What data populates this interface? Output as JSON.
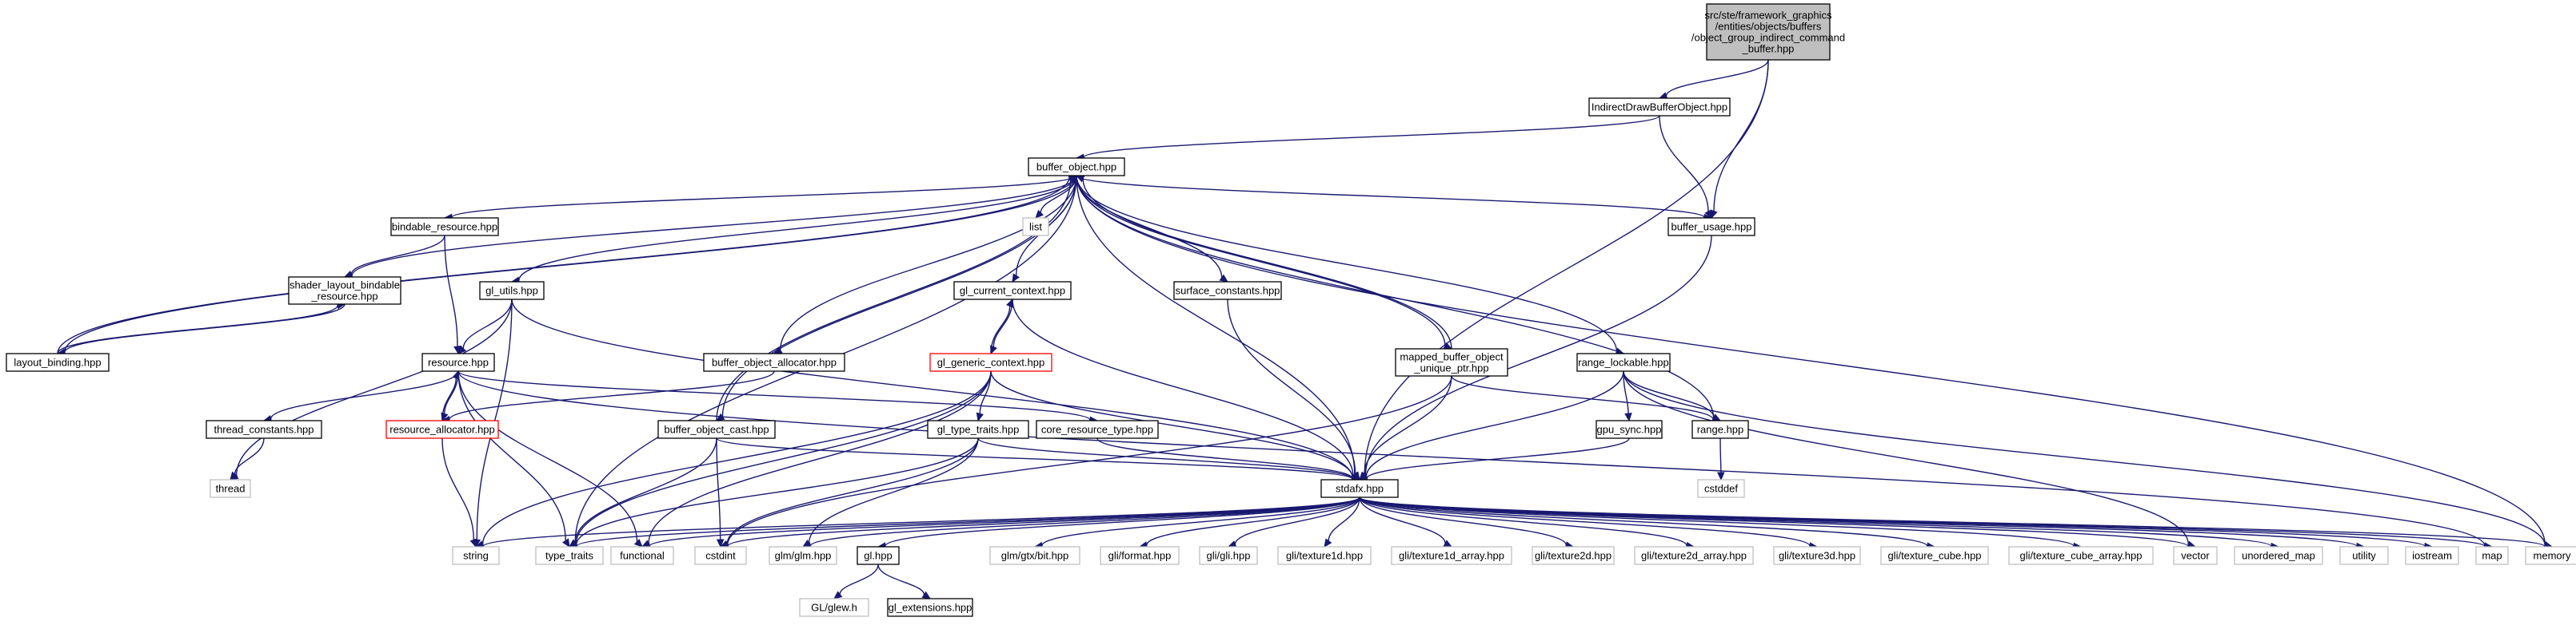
{
  "graph": {
    "nodes": [
      {
        "id": "root",
        "label": [
          "src/ste/framework_graphics",
          "/entities/objects/buffers",
          "/object_group_indirect_command",
          "_buffer.hpp"
        ],
        "style": "root"
      },
      {
        "id": "indirect",
        "label": [
          "IndirectDrawBufferObject.hpp"
        ],
        "style": "normal"
      },
      {
        "id": "buffer_object",
        "label": [
          "buffer_object.hpp"
        ],
        "style": "normal"
      },
      {
        "id": "buffer_usage",
        "label": [
          "buffer_usage.hpp"
        ],
        "style": "normal"
      },
      {
        "id": "bindable",
        "label": [
          "bindable_resource.hpp"
        ],
        "style": "normal"
      },
      {
        "id": "list",
        "label": [
          "list"
        ],
        "style": "gray"
      },
      {
        "id": "gl_current",
        "label": [
          "gl_current_context.hpp"
        ],
        "style": "normal"
      },
      {
        "id": "surface",
        "label": [
          "surface_constants.hpp"
        ],
        "style": "normal"
      },
      {
        "id": "shader_layout",
        "label": [
          "shader_layout_bindable",
          "_resource.hpp"
        ],
        "style": "normal"
      },
      {
        "id": "gl_utils",
        "label": [
          "gl_utils.hpp"
        ],
        "style": "normal"
      },
      {
        "id": "layout_binding",
        "label": [
          "layout_binding.hpp"
        ],
        "style": "normal"
      },
      {
        "id": "resource",
        "label": [
          "resource.hpp"
        ],
        "style": "normal"
      },
      {
        "id": "bo_allocator",
        "label": [
          "buffer_object_allocator.hpp"
        ],
        "style": "normal"
      },
      {
        "id": "gl_generic",
        "label": [
          "gl_generic_context.hpp"
        ],
        "style": "red"
      },
      {
        "id": "mapped",
        "label": [
          "mapped_buffer_object",
          "_unique_ptr.hpp"
        ],
        "style": "normal"
      },
      {
        "id": "range_lockable",
        "label": [
          "range_lockable.hpp"
        ],
        "style": "normal"
      },
      {
        "id": "thread_constants",
        "label": [
          "thread_constants.hpp"
        ],
        "style": "normal"
      },
      {
        "id": "resource_allocator",
        "label": [
          "resource_allocator.hpp"
        ],
        "style": "red"
      },
      {
        "id": "bo_cast",
        "label": [
          "buffer_object_cast.hpp"
        ],
        "style": "normal"
      },
      {
        "id": "gl_type_traits",
        "label": [
          "gl_type_traits.hpp"
        ],
        "style": "normal"
      },
      {
        "id": "core_resource_type",
        "label": [
          "core_resource_type.hpp"
        ],
        "style": "normal"
      },
      {
        "id": "gpu_sync",
        "label": [
          "gpu_sync.hpp"
        ],
        "style": "normal"
      },
      {
        "id": "range",
        "label": [
          "range.hpp"
        ],
        "style": "normal"
      },
      {
        "id": "thread",
        "label": [
          "thread"
        ],
        "style": "gray"
      },
      {
        "id": "cstddef",
        "label": [
          "cstddef"
        ],
        "style": "gray"
      },
      {
        "id": "stdafx",
        "label": [
          "stdafx.hpp"
        ],
        "style": "normal"
      },
      {
        "id": "string",
        "label": [
          "string"
        ],
        "style": "gray"
      },
      {
        "id": "type_traits",
        "label": [
          "type_traits"
        ],
        "style": "gray"
      },
      {
        "id": "functional",
        "label": [
          "functional"
        ],
        "style": "gray"
      },
      {
        "id": "cstdint",
        "label": [
          "cstdint"
        ],
        "style": "gray"
      },
      {
        "id": "glm_glm",
        "label": [
          "glm/glm.hpp"
        ],
        "style": "gray"
      },
      {
        "id": "gl",
        "label": [
          "gl.hpp"
        ],
        "style": "normal"
      },
      {
        "id": "glm_gtx_bit",
        "label": [
          "glm/gtx/bit.hpp"
        ],
        "style": "gray"
      },
      {
        "id": "gli_format",
        "label": [
          "gli/format.hpp"
        ],
        "style": "gray"
      },
      {
        "id": "gli_gli",
        "label": [
          "gli/gli.hpp"
        ],
        "style": "gray"
      },
      {
        "id": "gli_t1d",
        "label": [
          "gli/texture1d.hpp"
        ],
        "style": "gray"
      },
      {
        "id": "gli_t1da",
        "label": [
          "gli/texture1d_array.hpp"
        ],
        "style": "gray"
      },
      {
        "id": "gli_t2d",
        "label": [
          "gli/texture2d.hpp"
        ],
        "style": "gray"
      },
      {
        "id": "gli_t2da",
        "label": [
          "gli/texture2d_array.hpp"
        ],
        "style": "gray"
      },
      {
        "id": "gli_t3d",
        "label": [
          "gli/texture3d.hpp"
        ],
        "style": "gray"
      },
      {
        "id": "gli_cube",
        "label": [
          "gli/texture_cube.hpp"
        ],
        "style": "gray"
      },
      {
        "id": "gli_cube_arr",
        "label": [
          "gli/texture_cube_array.hpp"
        ],
        "style": "gray"
      },
      {
        "id": "vector",
        "label": [
          "vector"
        ],
        "style": "gray"
      },
      {
        "id": "unordered_map",
        "label": [
          "unordered_map"
        ],
        "style": "gray"
      },
      {
        "id": "utility",
        "label": [
          "utility"
        ],
        "style": "gray"
      },
      {
        "id": "iostream",
        "label": [
          "iostream"
        ],
        "style": "gray"
      },
      {
        "id": "map",
        "label": [
          "map"
        ],
        "style": "gray"
      },
      {
        "id": "memory",
        "label": [
          "memory"
        ],
        "style": "gray"
      },
      {
        "id": "glew",
        "label": [
          "GL/glew.h"
        ],
        "style": "gray"
      },
      {
        "id": "gl_extensions",
        "label": [
          "gl_extensions.hpp"
        ],
        "style": "normal"
      }
    ],
    "edges": [
      [
        "root",
        "indirect"
      ],
      [
        "root",
        "buffer_usage"
      ],
      [
        "root",
        "stdafx"
      ],
      [
        "indirect",
        "buffer_object"
      ],
      [
        "indirect",
        "buffer_usage"
      ],
      [
        "buffer_object",
        "buffer_usage"
      ],
      [
        "buffer_object",
        "bindable"
      ],
      [
        "buffer_object",
        "list"
      ],
      [
        "buffer_object",
        "gl_current"
      ],
      [
        "buffer_object",
        "surface"
      ],
      [
        "buffer_object",
        "shader_layout"
      ],
      [
        "buffer_object",
        "gl_utils"
      ],
      [
        "buffer_object",
        "layout_binding"
      ],
      [
        "buffer_object",
        "bo_allocator"
      ],
      [
        "buffer_object",
        "mapped"
      ],
      [
        "buffer_object",
        "range_lockable"
      ],
      [
        "buffer_object",
        "bo_cast"
      ],
      [
        "buffer_object",
        "range"
      ],
      [
        "buffer_object",
        "stdafx"
      ],
      [
        "buffer_object",
        "type_traits"
      ],
      [
        "buffer_object",
        "memory"
      ],
      [
        "buffer_usage",
        "stdafx"
      ],
      [
        "bindable",
        "shader_layout"
      ],
      [
        "bindable",
        "resource"
      ],
      [
        "gl_current",
        "gl_generic"
      ],
      [
        "gl_current",
        "stdafx"
      ],
      [
        "surface",
        "stdafx"
      ],
      [
        "shader_layout",
        "layout_binding"
      ],
      [
        "gl_utils",
        "resource"
      ],
      [
        "gl_utils",
        "thread"
      ],
      [
        "gl_utils",
        "string"
      ],
      [
        "gl_utils",
        "stdafx"
      ],
      [
        "layout_binding",
        "shader_layout"
      ],
      [
        "layout_binding",
        "buffer_object"
      ],
      [
        "resource",
        "thread_constants"
      ],
      [
        "resource",
        "resource_allocator"
      ],
      [
        "resource",
        "core_resource_type"
      ],
      [
        "resource",
        "type_traits"
      ],
      [
        "resource",
        "functional"
      ],
      [
        "resource",
        "map"
      ],
      [
        "bo_allocator",
        "resource_allocator"
      ],
      [
        "gl_generic",
        "gl_current"
      ],
      [
        "gl_generic",
        "gl_type_traits"
      ],
      [
        "gl_generic",
        "stdafx"
      ],
      [
        "gl_generic",
        "string"
      ],
      [
        "gl_generic",
        "type_traits"
      ],
      [
        "gl_generic",
        "functional"
      ],
      [
        "mapped",
        "buffer_object"
      ],
      [
        "mapped",
        "range"
      ],
      [
        "mapped",
        "stdafx"
      ],
      [
        "mapped",
        "cstdint"
      ],
      [
        "range_lockable",
        "gpu_sync"
      ],
      [
        "range_lockable",
        "range"
      ],
      [
        "range_lockable",
        "stdafx"
      ],
      [
        "range_lockable",
        "vector"
      ],
      [
        "range_lockable",
        "memory"
      ],
      [
        "thread_constants",
        "thread"
      ],
      [
        "resource_allocator",
        "resource"
      ],
      [
        "resource_allocator",
        "string"
      ],
      [
        "bo_cast",
        "buffer_object"
      ],
      [
        "bo_cast",
        "stdafx"
      ],
      [
        "bo_cast",
        "type_traits"
      ],
      [
        "bo_cast",
        "cstdint"
      ],
      [
        "gl_type_traits",
        "stdafx"
      ],
      [
        "gl_type_traits",
        "type_traits"
      ],
      [
        "gl_type_traits",
        "cstdint"
      ],
      [
        "gl_type_traits",
        "glm_glm"
      ],
      [
        "core_resource_type",
        "stdafx"
      ],
      [
        "gpu_sync",
        "stdafx"
      ],
      [
        "range",
        "cstddef"
      ],
      [
        "stdafx",
        "string"
      ],
      [
        "stdafx",
        "type_traits"
      ],
      [
        "stdafx",
        "functional"
      ],
      [
        "stdafx",
        "cstdint"
      ],
      [
        "stdafx",
        "glm_glm"
      ],
      [
        "stdafx",
        "gl"
      ],
      [
        "stdafx",
        "glm_gtx_bit"
      ],
      [
        "stdafx",
        "gli_format"
      ],
      [
        "stdafx",
        "gli_gli"
      ],
      [
        "stdafx",
        "gli_t1d"
      ],
      [
        "stdafx",
        "gli_t1da"
      ],
      [
        "stdafx",
        "gli_t2d"
      ],
      [
        "stdafx",
        "gli_t2da"
      ],
      [
        "stdafx",
        "gli_t3d"
      ],
      [
        "stdafx",
        "gli_cube"
      ],
      [
        "stdafx",
        "gli_cube_arr"
      ],
      [
        "stdafx",
        "vector"
      ],
      [
        "stdafx",
        "unordered_map"
      ],
      [
        "stdafx",
        "utility"
      ],
      [
        "stdafx",
        "iostream"
      ],
      [
        "stdafx",
        "map"
      ],
      [
        "stdafx",
        "memory"
      ],
      [
        "gl",
        "glew"
      ],
      [
        "gl",
        "gl_extensions"
      ]
    ]
  }
}
